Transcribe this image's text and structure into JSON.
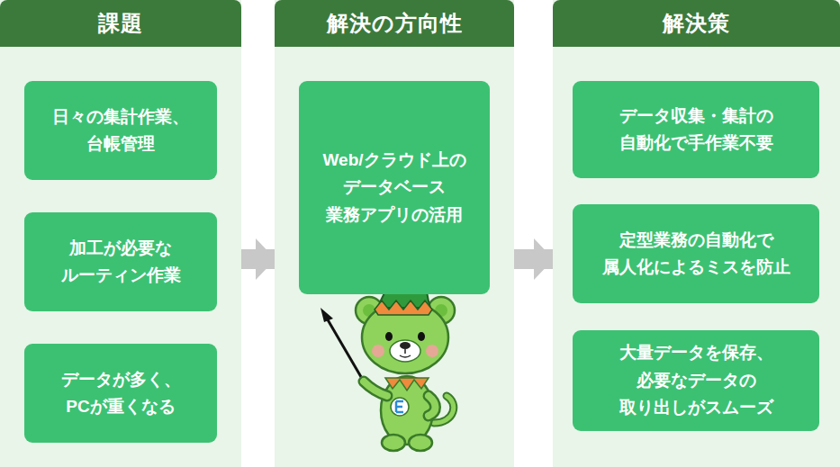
{
  "diagram": {
    "nodes": [
      {
        "text": [
          "課題"
        ]
      },
      {
        "text": [
          "日々の集計作業、 台帳管理"
        ],
        "in": 0
      },
      {
        "text": [
          "加工が必要な ルーティン作業"
        ],
        "in": 0
      },
      {
        "text": [
          "データが多く、 PCが重くなる"
        ],
        "in": 0
      },
      {
        "text": [
          "解決の方向性"
        ]
      },
      {
        "text": [
          "Web/クラウド上の データベース 業務アプリの活用"
        ],
        "in": 4
      },
      {
        "text": [
          "解決策"
        ]
      },
      {
        "text": [
          "データ収集・集計の 自動化で手作業不要"
        ],
        "in": 6
      },
      {
        "text": [
          "定型業務の自動化で 属人化によるミスを防止"
        ],
        "in": 6
      },
      {
        "text": [
          "大量データを保存、 必要なデータの 取り出しがスムーズ"
        ],
        "in": 6
      }
    ],
    "edges": [
      {
        "from": 0,
        "to": 4,
        "arrow": "to"
      },
      {
        "from": 4,
        "to": 6,
        "arrow": "to"
      }
    ]
  }
}
